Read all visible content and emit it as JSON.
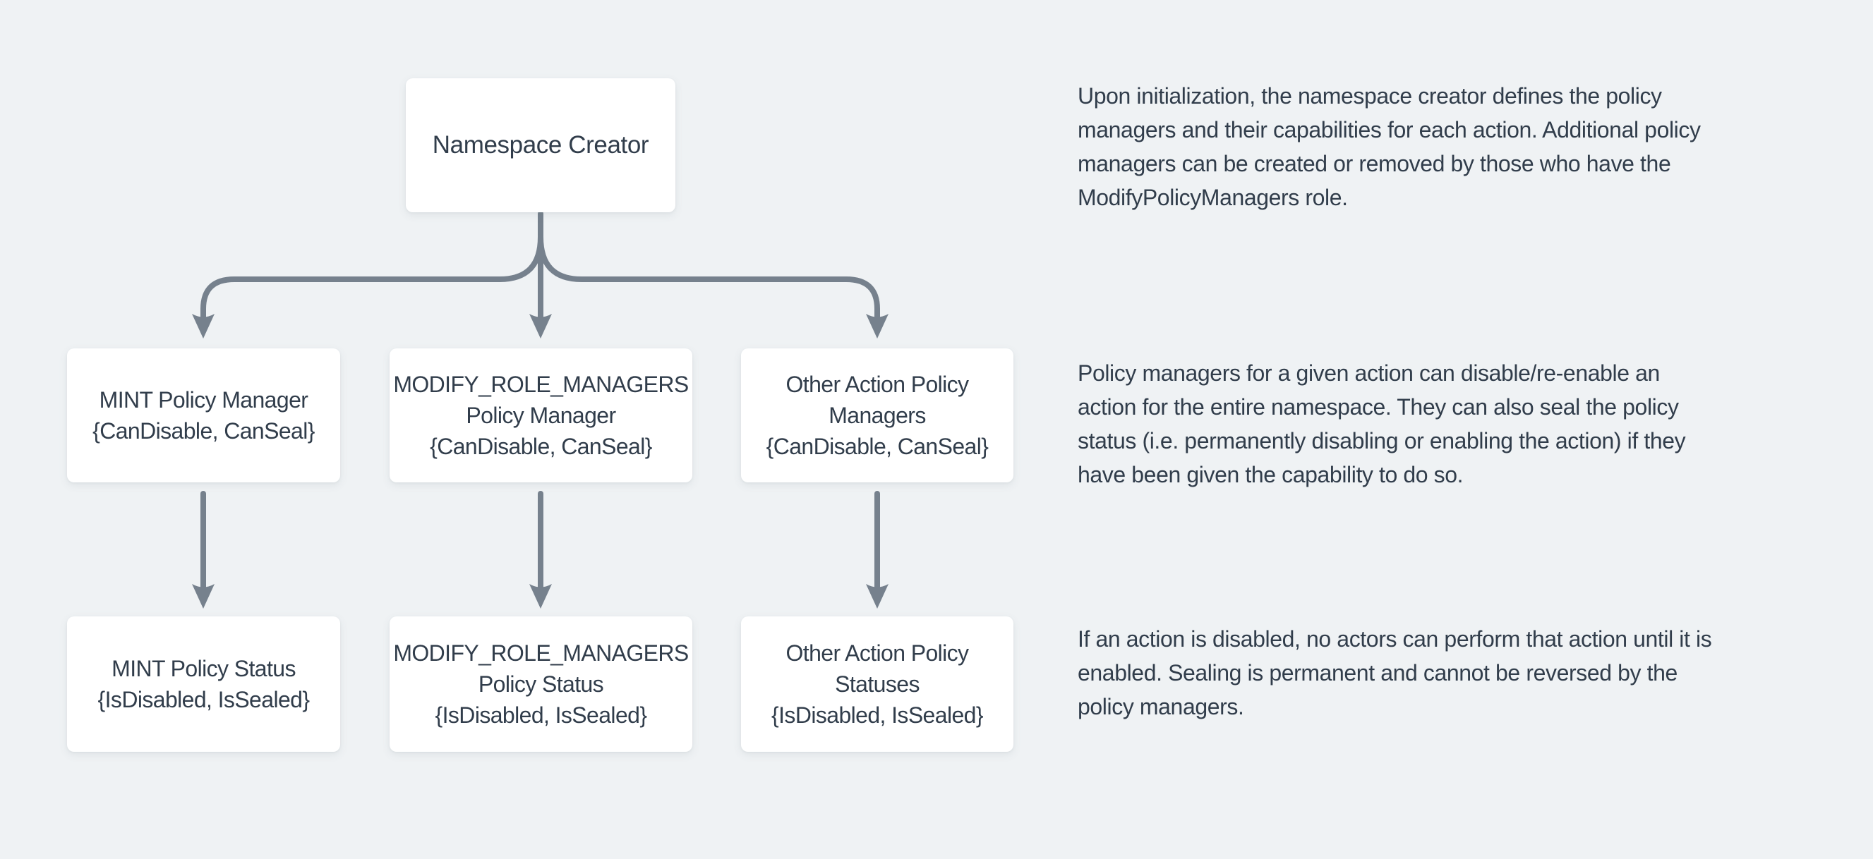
{
  "colors": {
    "background": "#eff2f4",
    "box_background": "#ffffff",
    "connector": "#76818d",
    "text": "#313d4b"
  },
  "diagram": {
    "root": {
      "label": "Namespace Creator"
    },
    "managers": [
      {
        "label": "MINT Policy Manager\n{CanDisable, CanSeal}"
      },
      {
        "label": "MODIFY_ROLE_MANAGERS\nPolicy Manager\n{CanDisable, CanSeal}"
      },
      {
        "label": "Other Action Policy\nManagers\n{CanDisable, CanSeal}"
      }
    ],
    "statuses": [
      {
        "label": "MINT Policy Status\n{IsDisabled, IsSealed}"
      },
      {
        "label": "MODIFY_ROLE_MANAGERS\nPolicy Status\n{IsDisabled, IsSealed}"
      },
      {
        "label": "Other Action Policy\nStatuses\n{IsDisabled, IsSealed}"
      }
    ]
  },
  "notes": [
    {
      "text": "Upon initialization, the namespace creator defines the policy\nmanagers and their capabilities for each action. Additional policy\nmanagers can be created or removed by those who have the\nModifyPolicyManagers role."
    },
    {
      "text": "Policy managers for a given action can disable/re-enable an\naction for the entire namespace. They can also seal the policy\nstatus (i.e. permanently disabling or enabling the action) if they\nhave been given the capability to do so."
    },
    {
      "text": "If an action is disabled, no actors can perform that action until it is\nenabled. Sealing is permanent and cannot be reversed by the\npolicy managers."
    }
  ]
}
